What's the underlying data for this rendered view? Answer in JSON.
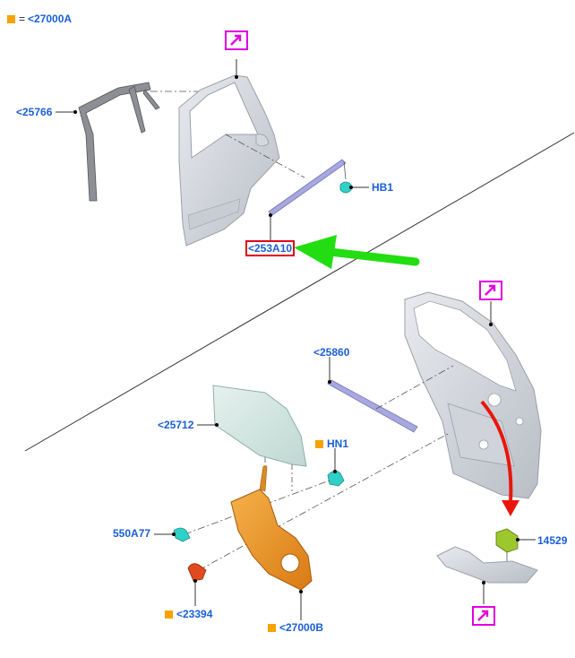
{
  "legend": {
    "eq": "=",
    "ref": "<27000A",
    "marker_color": "#f5a300"
  },
  "callouts": {
    "c25766": "<25766",
    "hb1": "HB1",
    "c253a10": "<253A10",
    "c25860": "<25860",
    "c25712": "<25712",
    "hn1": "HN1",
    "c550a77": "550A77",
    "c14529": "14529",
    "c23394": "<23394",
    "c27000b": "<27000B"
  },
  "colors": {
    "callout_text": "#1a5fd6",
    "highlight_box": "#e0001b",
    "jump_icon": "#e000e0",
    "green_arrow": "#22dd11",
    "red_arrow": "#e8160c",
    "marker": "#f5a300"
  },
  "icons": [
    "jump-link-icon",
    "green-pointer-arrow",
    "red-flow-arrow"
  ]
}
